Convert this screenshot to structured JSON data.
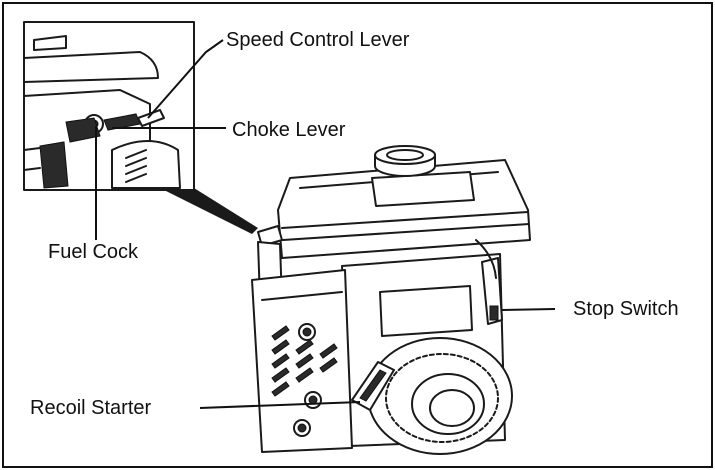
{
  "labels": {
    "speed_control_lever": "Speed Control Lever",
    "choke_lever": "Choke Lever",
    "fuel_cock": "Fuel Cock",
    "stop_switch": "Stop Switch",
    "recoil_starter": "Recoil Starter"
  }
}
